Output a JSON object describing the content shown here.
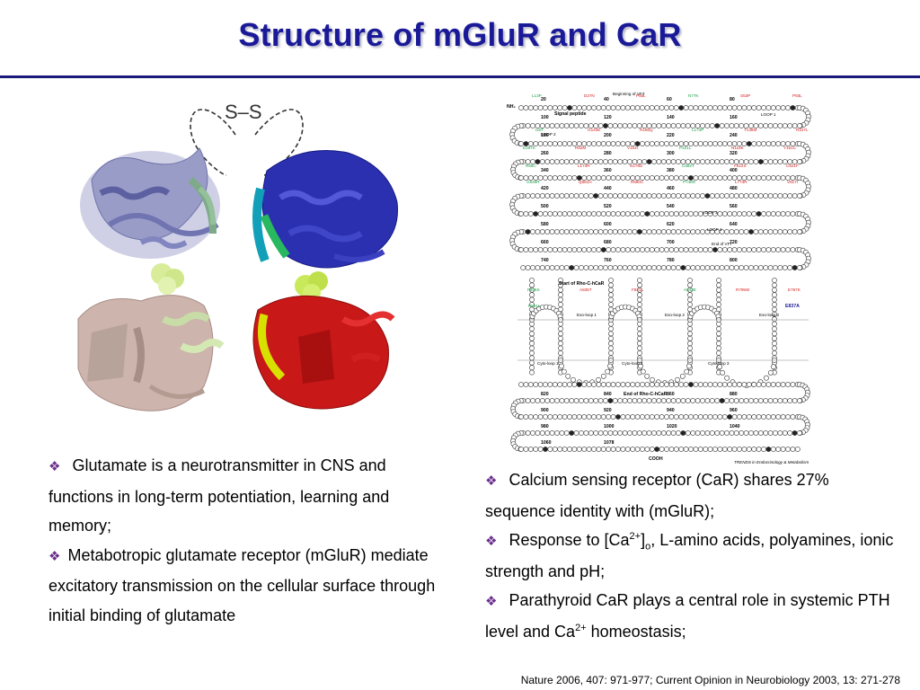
{
  "slide": {
    "title": "Structure of mGluR and CaR"
  },
  "protein_figure": {
    "ss_label": "S–S"
  },
  "topology_figure": {
    "labels": {
      "beginning_vft": "Beginning of VFT",
      "signal_peptide": "Signal peptide",
      "loop1": "LOOP 1",
      "loop2": "LOOP 2",
      "loop3": "LOOP 3",
      "loop4": "LOOP 4",
      "end_vft": "End of VFT",
      "start_rho": "Start of Rho-C-hCaR",
      "end_rho": "End of Rho-C-hCaR",
      "exo1": "Exo-loop 1",
      "exo2": "Exo-loop 2",
      "exo3": "Exo-loop 3",
      "cyto1": "Cyto-loop 1",
      "cyto2": "Cyto-loop 2",
      "cyto3": "Cyto-loop 3",
      "e837a": "E837A",
      "nh2": "NH₂",
      "cooh": "COOH",
      "credit": "TRENDS in Endocrinology & Metabolism"
    },
    "numbers": [
      "20",
      "40",
      "60",
      "80",
      "100",
      "120",
      "140",
      "160",
      "180",
      "200",
      "220",
      "240",
      "260",
      "280",
      "300",
      "320",
      "340",
      "360",
      "380",
      "400",
      "420",
      "440",
      "460",
      "480",
      "500",
      "520",
      "540",
      "560",
      "580",
      "600",
      "620",
      "640",
      "660",
      "680",
      "700",
      "720",
      "740",
      "760",
      "780",
      "800",
      "820",
      "840",
      "860",
      "880",
      "900",
      "920",
      "940",
      "960",
      "980",
      "1000",
      "1020",
      "1040",
      "1060",
      "1078"
    ],
    "mutations": [
      "L13P",
      "D27N",
      "P55L",
      "N77K",
      "S53P",
      "P93L",
      "I40T",
      "G143E",
      "R185Q",
      "L173P",
      "T138M",
      "R227L",
      "E297K",
      "R62M",
      "V104I",
      "P221L",
      "N118K",
      "Y161C",
      "R66C",
      "L174R",
      "N178D",
      "C582Y",
      "F612S",
      "C621F",
      "G549R",
      "Q681H",
      "R680C",
      "P748R",
      "L773R",
      "V817I",
      "F806S",
      "A835T",
      "F821L",
      "A843E",
      "R795W",
      "E767K",
      "P881L"
    ]
  },
  "left_bullets": [
    {
      "text": "Glutamate is a neurotransmitter in CNS and functions in long-term potentiation, learning and memory;"
    },
    {
      "text": "Metabotropic glutamate receptor (mGluR) mediate excitatory transmission on the cellular surface through initial binding of glutamate"
    }
  ],
  "right_bullets": [
    {
      "text": "Calcium sensing receptor (CaR) shares 27% sequence identity with (mGluR);"
    },
    {
      "pre": "Response to [Ca",
      "sup": "2+",
      "mid": "]",
      "sub": "o",
      "post": ", L-amino acids, polyamines, ionic strength and pH;"
    },
    {
      "pre": "Parathyroid CaR plays a central role in systemic PTH level and  Ca",
      "sup": "2+",
      "post": " homeostasis;"
    }
  ],
  "bullet_symbol": "❖",
  "reference": "Nature 2006, 407: 971-977; Current Opinion in Neurobiology 2003, 13: 271-278",
  "colors": {
    "title": "#1a1a99",
    "rule": "#1a1a7a",
    "bullet": "#6b2f8c",
    "chain_a_upper": "#9a9cc8",
    "chain_a_lower": "#c9b0a8",
    "chain_b_upper": "#2f2fb0",
    "chain_b_lower": "#c81818",
    "ligand": "#d8ec8a",
    "mutation_red": "#d42020",
    "mutation_green": "#18a048"
  }
}
